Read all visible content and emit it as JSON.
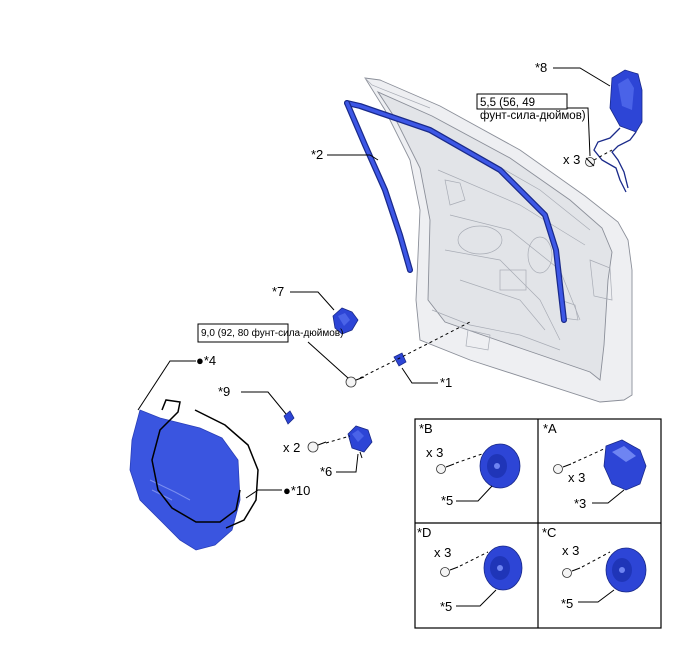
{
  "labels": {
    "p1": "*1",
    "p2": "*2",
    "p4": "●*4",
    "p6": "*6",
    "p7": "*7",
    "p8": "*8",
    "p9": "*9",
    "p10": "●*10"
  },
  "torque_mirror": {
    "line1": "5,5 (56, 49",
    "line2": "фунт-сила-дюймов)"
  },
  "torque_speaker": {
    "text": "9,0 (92, 80 фунт-сила-дюймов)"
  },
  "quantities": {
    "mirror_x3": "x 3",
    "clip_x2": "x 2"
  },
  "inset": {
    "cells": [
      {
        "title": "*B",
        "qty": "x 3",
        "part": "*5"
      },
      {
        "title": "*A",
        "qty": "x 3",
        "part": "*3"
      },
      {
        "title": "*D",
        "qty": "x 3",
        "part": "*5"
      },
      {
        "title": "*C",
        "qty": "x 3",
        "part": "*5"
      }
    ]
  },
  "colors": {
    "part_blue": "#2d45d6",
    "door_gray": "#eeeff2"
  }
}
